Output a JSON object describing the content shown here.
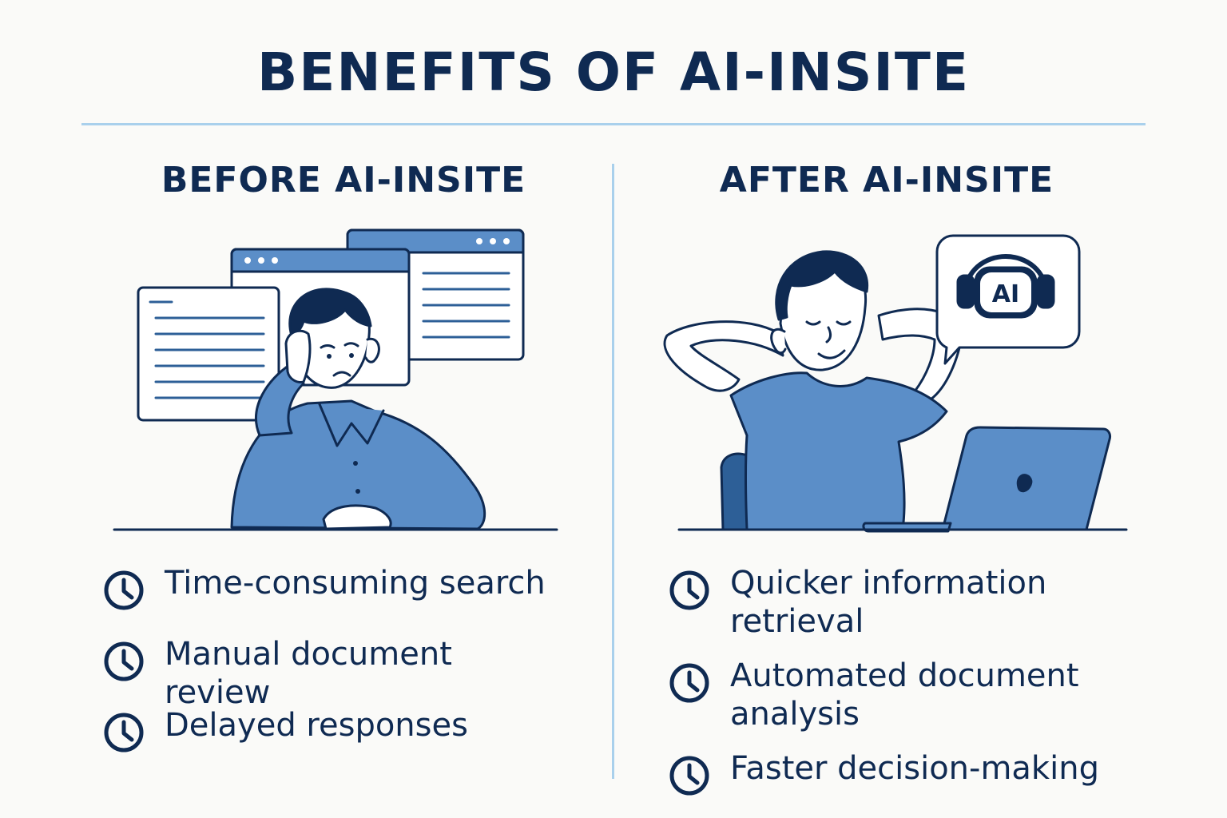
{
  "title": "BENEFITS OF AI-INSITE",
  "before": {
    "heading": "BEFORE AI-INSITE",
    "items": [
      {
        "text": "Time-consuming search",
        "icon": "clock-icon"
      },
      {
        "text": "Manual document review",
        "icon": "clock-icon"
      },
      {
        "text": "Delayed responses",
        "icon": "clock-icon"
      }
    ]
  },
  "after": {
    "heading": "AFTER AI-INSITE",
    "badge": "AI",
    "items": [
      {
        "text": "Quicker information retrieval",
        "icon": "clock-icon"
      },
      {
        "text": "Automated document analysis",
        "icon": "clock-icon"
      },
      {
        "text": "Faster decision-making",
        "icon": "clock-icon"
      }
    ]
  },
  "colors": {
    "navy": "#0f2a52",
    "blue": "#5b8ec8",
    "dark_blue": "#2d5f97",
    "light_blue": "#a9d0ec",
    "background": "#fafaf8"
  }
}
